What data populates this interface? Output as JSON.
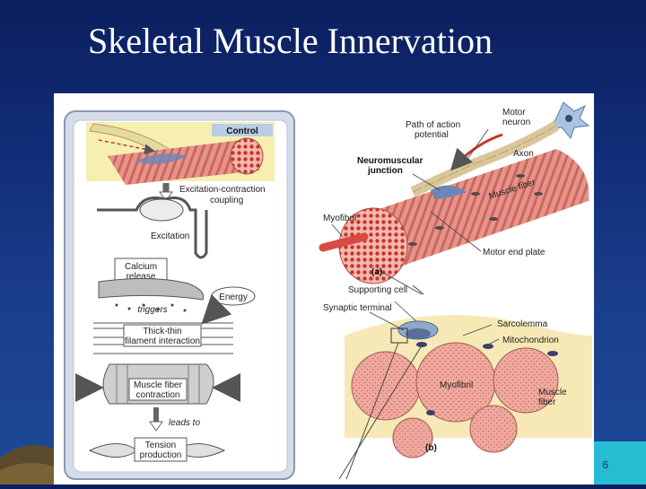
{
  "slide": {
    "title": "Skeletal Muscle Innervation",
    "page_number": "6"
  },
  "flow_panel": {
    "control_label": "Control",
    "steps": {
      "ec_coupling": [
        "Excitation-contraction",
        "coupling"
      ],
      "excitation": "Excitation",
      "calcium_release": [
        "Calcium",
        "release"
      ],
      "energy": "Energy",
      "triggers": "triggers",
      "thick_thin": [
        "Thick-thin",
        "filament interaction"
      ],
      "muscle_contraction": [
        "Muscle fiber",
        "contraction"
      ],
      "leads_to": "leads to",
      "tension": [
        "Tension",
        "production"
      ]
    }
  },
  "anatomy_panel": {
    "labels": {
      "motor_neuron": [
        "Motor",
        "neuron"
      ],
      "path_of_action_potential": [
        "Path of action",
        "potential"
      ],
      "axon": "Axon",
      "neuromuscular_junction": [
        "Neuromuscular",
        "junction"
      ],
      "muscle_fiber": "Muscle fiber",
      "myofibril": "Myofibril",
      "motor_end_plate": "Motor end plate",
      "panel_a": "(a)",
      "supporting_cell": "Supporting cell",
      "synaptic_terminal": "Synaptic terminal",
      "sarcolemma": "Sarcolemma",
      "mitochondrion": "Mitochondrion",
      "myofibril_b": "Myofibril",
      "muscle_fiber_b": [
        "Muscle",
        "fiber"
      ],
      "panel_b": "(b)"
    }
  }
}
